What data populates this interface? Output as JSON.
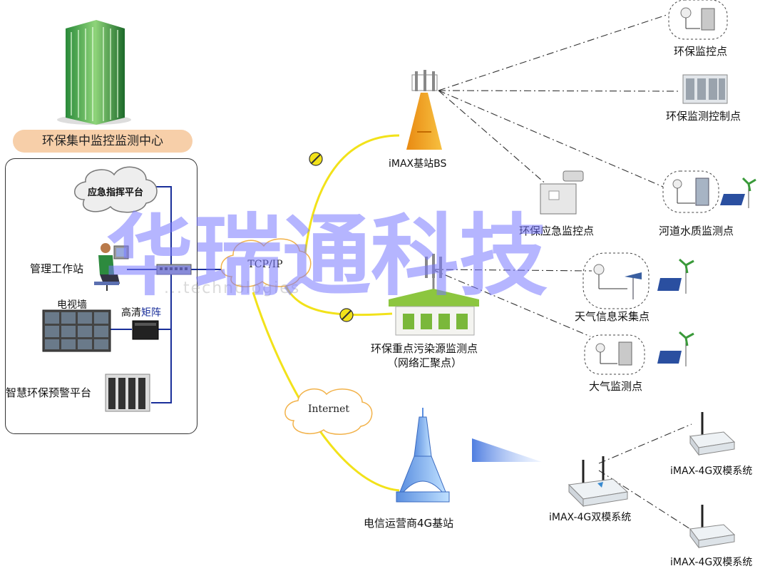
{
  "watermark": "华瑞通科技",
  "watermark_sub": "...technologies",
  "center": {
    "title": "环保集中监控监测中心",
    "emergency_cloud": "应急指挥平台",
    "workstation": "管理工作站",
    "video_wall": "电视墙",
    "hd_matrix_prefix": "高清",
    "hd_matrix_suffix": "矩阵",
    "warning_platform": "智慧环保预警平台"
  },
  "network": {
    "tcpip": "TCP/IP",
    "internet": "Internet"
  },
  "nodes": {
    "bs": "iMAX基站BS",
    "key_pollution_1": "环保重点污染源监测点",
    "key_pollution_2": "（网络汇聚点）",
    "telecom": "电信运营商4G基站",
    "env_monitor_point": "环保监控点",
    "env_monitor_control": "环保监测控制点",
    "emergency_monitor": "环保应急监控点",
    "river_water": "河道水质监测点",
    "weather": "天气信息采集点",
    "atmosphere": "大气监测点",
    "dual_mode_center": "iMAX-4G双模系统",
    "dual_mode_top": "iMAX-4G双模系统",
    "dual_mode_bottom": "iMAX-4G双模系统"
  },
  "colors": {
    "link_yellow": "#f2e21a",
    "link_blue": "#1a2f9a",
    "watermark": "#7878ff",
    "title_bg": "#f7cfa9"
  }
}
